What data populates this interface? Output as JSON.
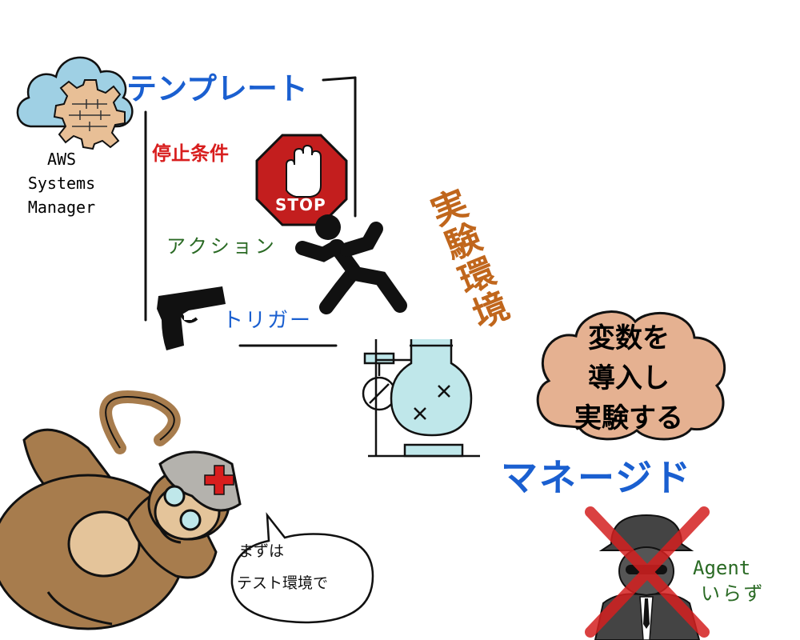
{
  "colors": {
    "blue": "#1a5fd0",
    "red": "#d81e1e",
    "green": "#2a6a24",
    "orange": "#c0661c",
    "ink": "#111111",
    "cloud": "#9fd0e4",
    "gear": "#e8bf96",
    "monkey": "#a77c4d",
    "monkey_face": "#e4c49a",
    "flask": "#bfe7ea",
    "helmet": "#b4b2ad",
    "stop": "#c31e1e",
    "bubble": "#e5b191",
    "agent": "#444444"
  },
  "icons": [
    "cloud-icon",
    "gear-icon",
    "stop-sign-icon",
    "running-man-icon",
    "pistol-icon",
    "flask-icon",
    "monkey-icon",
    "agent-icon"
  ],
  "aws": {
    "line1": "AWS",
    "line2": "Systems",
    "line3": "Manager"
  },
  "template": {
    "title": "テンプレート"
  },
  "items": {
    "stop_conditions": "停止条件",
    "actions": "アクション",
    "triggers": "トリガー"
  },
  "stop_sign": {
    "text": "STOP"
  },
  "experiment": {
    "label": "実験環境"
  },
  "bubble": {
    "line1": "変数を",
    "line2": "導入し",
    "line3": "実験する"
  },
  "managed": {
    "label": "マネージド"
  },
  "speech": {
    "line1": "まずは",
    "line2": "テスト環境で"
  },
  "agent": {
    "line1": "Agent",
    "line2": "いらず"
  }
}
